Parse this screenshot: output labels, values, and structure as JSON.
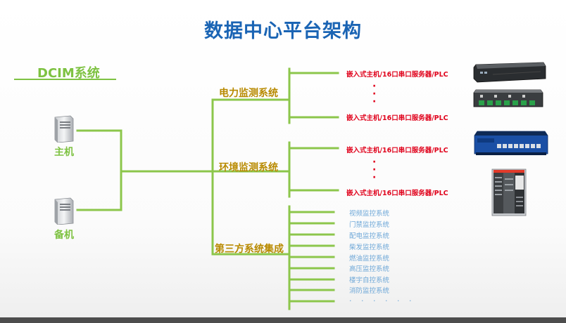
{
  "title": "数据中心平台架构",
  "dcim_label": "DCIM系统",
  "hosts": {
    "primary": "主机",
    "backup": "备机"
  },
  "systems": {
    "power": {
      "label": "电力监测系统",
      "device_first": "嵌入式主机/16口串口服务器/PLC",
      "device_last": "嵌入式主机/16口串口服务器/PLC"
    },
    "environment": {
      "label": "环境监测系统",
      "device_first": "嵌入式主机/16口串口服务器/PLC",
      "device_last": "嵌入式主机/16口串口服务器/PLC"
    },
    "third_party": {
      "label": "第三方系统集成",
      "items": [
        "视频监控系统",
        "门禁监控系统",
        "配电监控系统",
        "柴发监控系统",
        "燃油监控系统",
        "高压监控系统",
        "楼宇自控系统",
        "消防监控系统"
      ],
      "more": "· · · · · ·"
    }
  },
  "colors": {
    "title": "#1a64b4",
    "line": "#8cc64b",
    "dcim": "#7ec242",
    "system_label": "#b88a00",
    "device_label": "#e0001a",
    "sub_label": "#6fa8d8"
  },
  "icons": {
    "host": "server-tower-icon",
    "power_device_1": "rack-server-icon",
    "power_device_2": "terminal-block-icon",
    "env_device_1": "network-switch-icon",
    "env_device_2": "plc-controller-icon"
  }
}
